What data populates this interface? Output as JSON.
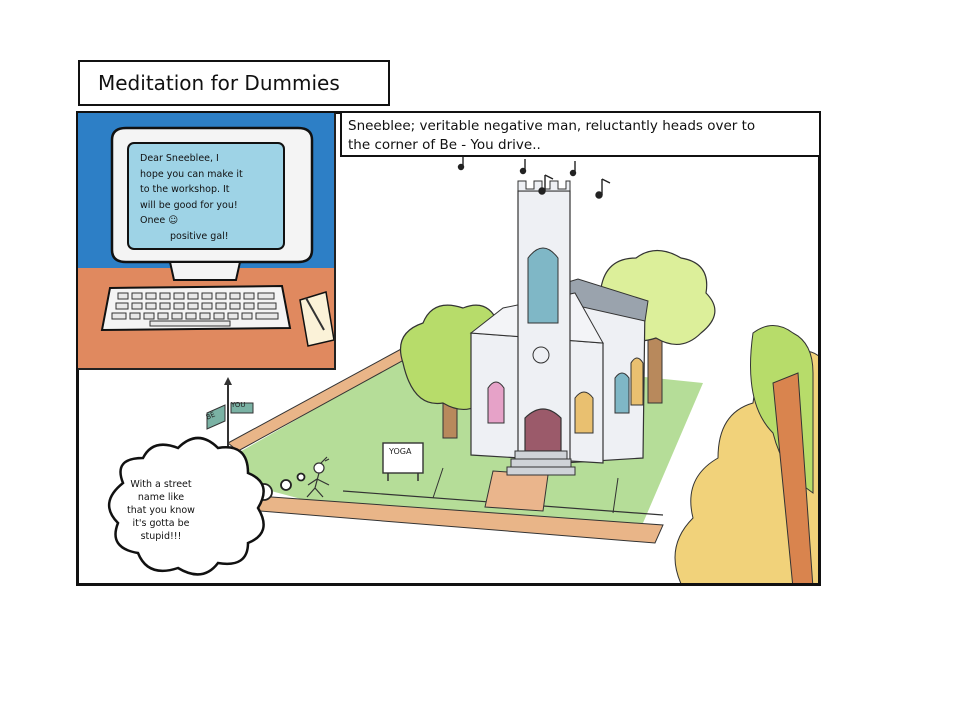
{
  "title": "Meditation for Dummies",
  "caption": {
    "line1": "Sneeblee; veritable negative man, reluctantly heads over to",
    "line2": "the  corner of Be - You drive.."
  },
  "email": {
    "line1": "Dear Sneeblee,  I",
    "line2": "hope you can make it",
    "line3": "to the workshop. It",
    "line4": "will be good  for you!",
    "line5": "Onee ☺",
    "line6": "positive gal!"
  },
  "street_signs": {
    "sign_1": "BE",
    "sign_2": "YOU"
  },
  "yoga_sign": "YOGA",
  "thought": {
    "line1": "With a street",
    "line2": "name like",
    "line3": "that you know",
    "line4": "it's gotta be",
    "line5": "stupid!!!"
  },
  "colors": {
    "inset_blue": "#2d7fc6",
    "desk": "#e0895f",
    "grass": "#a8d88a",
    "path": "#e8b184",
    "tree_green": "#b7dc6a",
    "tree_yellow": "#f2cf6a",
    "church_stone": "#eef0f4",
    "window_teal": "#7fb7c6"
  }
}
